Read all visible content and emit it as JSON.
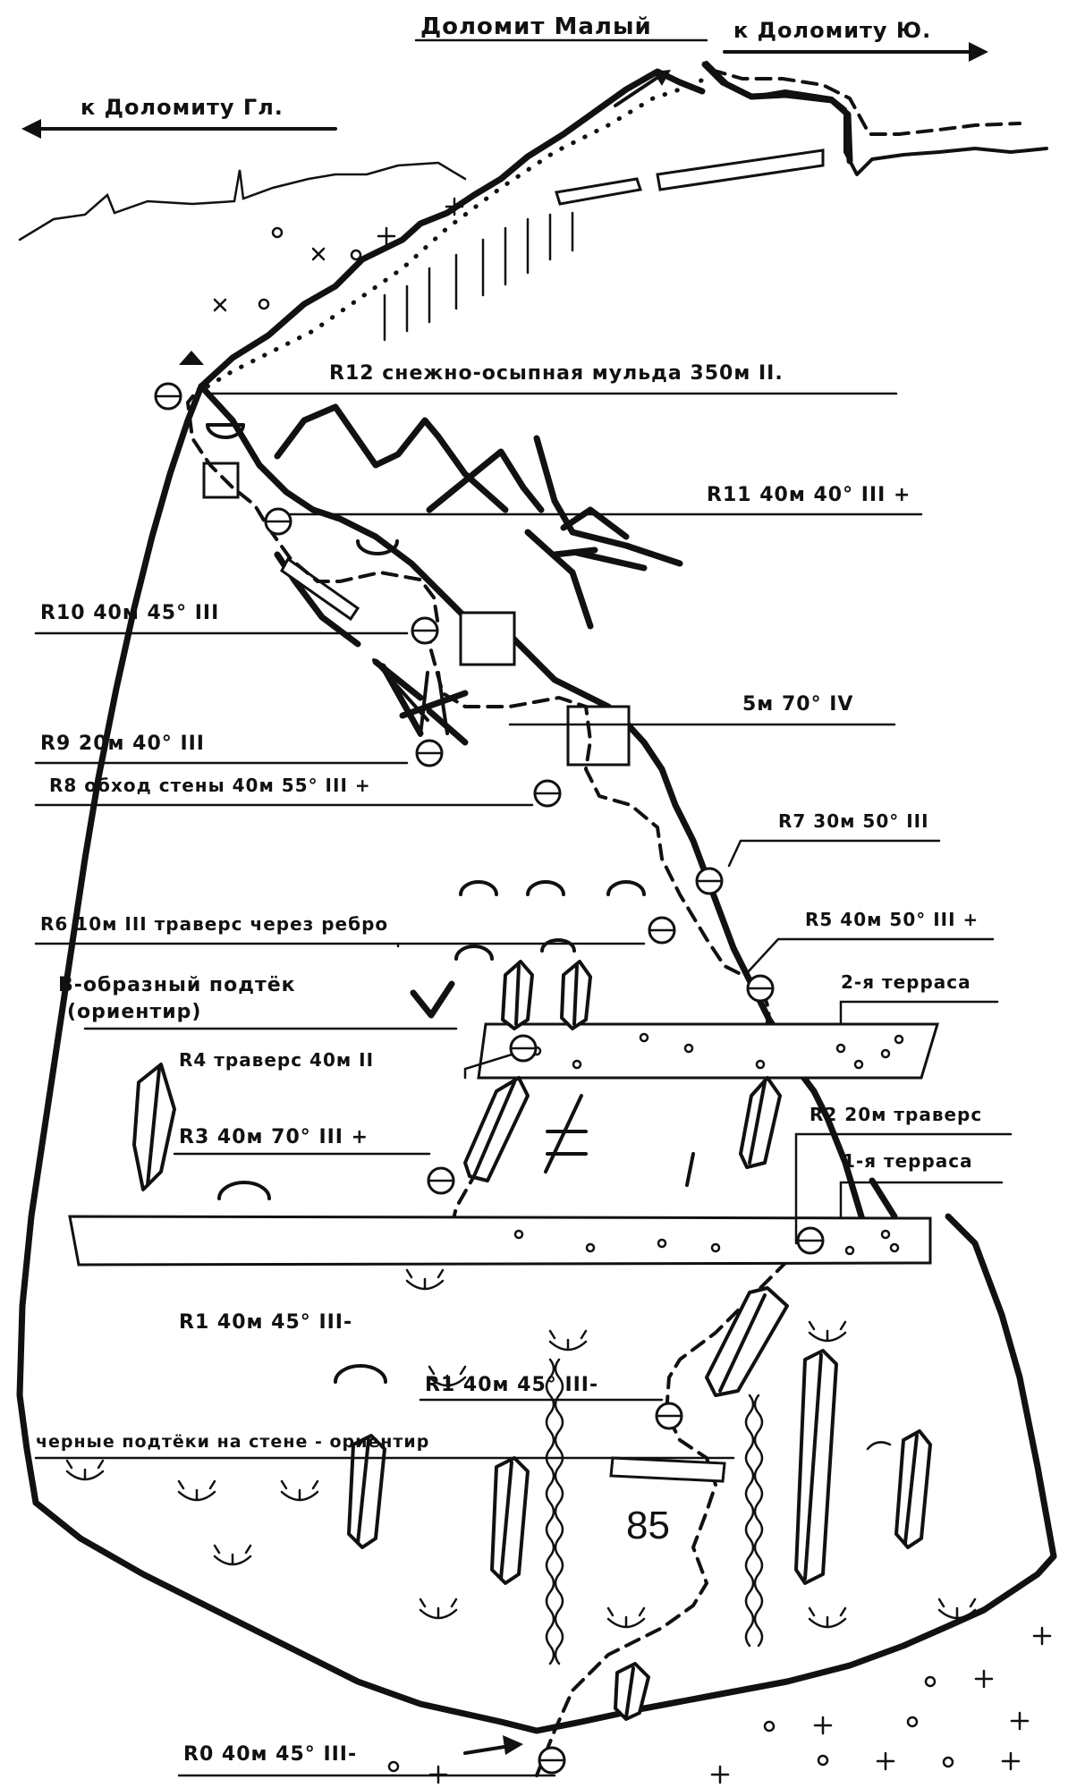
{
  "header": {
    "peak": "Доломит Малый",
    "left_direction": "к Доломиту Гл.",
    "right_direction": "к Доломиту Ю."
  },
  "labels": {
    "r12": "R12 снежно-осыпная мульда 350м II.",
    "r11": "R11 40м 40° III +",
    "r10": "R10 40м 45° III",
    "pitch_5m": "5м 70° IV",
    "r9": "R9 20м 40° III",
    "r8": "R8 обход стены 40м 55° III +",
    "r7": "R7 30м 50° III",
    "r6": "R6 10м III траверс через ребро",
    "r5": "R5 40м 50° III +",
    "v_line1": "В-образный подтёк",
    "v_line2": "(ориентир)",
    "terrace2": "2-я терраса",
    "r4": "R4 траверс 40м II",
    "r3": "R3 40м 70° III +",
    "r2": "R2 20м траверс",
    "terrace1": "1-я терраса",
    "r1a": "R1 40м 45°   III-",
    "r1b": "R1 40м 45°   III-",
    "black_streaks": "черные подтёки на стене - ориентир",
    "route_number": "85",
    "r0": "R0 40м 45°   III-"
  }
}
